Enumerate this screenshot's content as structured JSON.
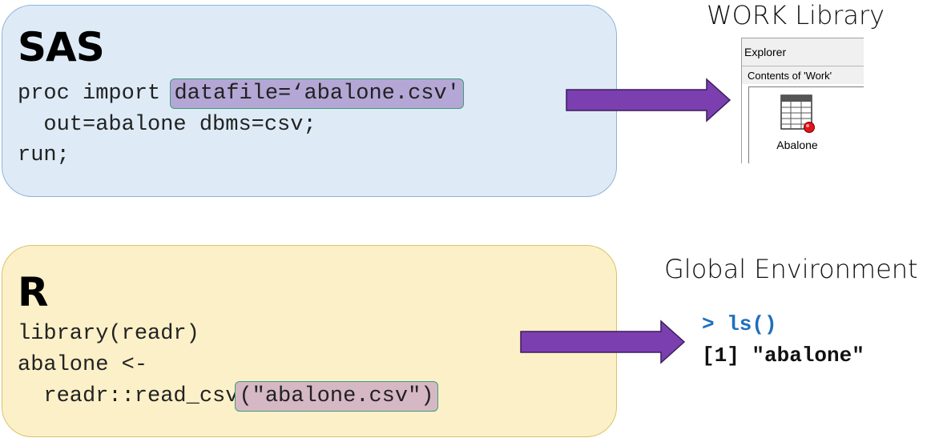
{
  "sas": {
    "title": "SAS",
    "line1_prefix": "proc import ",
    "line1_highlight": "datafile=‘abalone.csv'",
    "line2": "  out=abalone dbms=csv;",
    "line3": "run;"
  },
  "r": {
    "title": "R",
    "line1": "library(readr)",
    "line2": "abalone <-",
    "line3_prefix": "  readr::read_csv",
    "line3_highlight": "(\"abalone.csv\")"
  },
  "work_library": {
    "heading": "WORK Library",
    "window_title": "Explorer",
    "subtitle": "Contents of 'Work'",
    "item_label": "Abalone",
    "icon": "sas-dataset-icon"
  },
  "global_env": {
    "heading": "Global Environment",
    "prompt_line": "> ls()",
    "output_line": "[1] \"abalone\""
  },
  "colors": {
    "sas_panel": "#deebf7",
    "r_panel": "#fcf0c8",
    "arrow": "#7b3fb0",
    "highlight_border": "#3d9e78",
    "prompt": "#1e6fbf"
  }
}
